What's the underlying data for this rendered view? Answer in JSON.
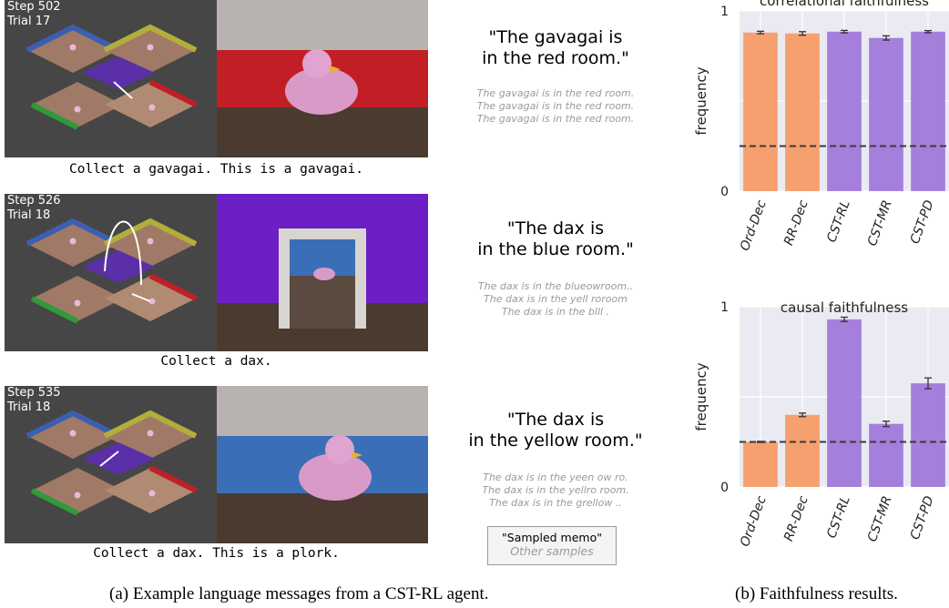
{
  "panel_a": {
    "rows": [
      {
        "step": "Step 502",
        "trial": "Trial 17",
        "instruction": "Collect a gavagai. This is a gavagai.",
        "quote_line1": "\"The gavagai is",
        "quote_line2": "in the red room.\"",
        "samples": [
          "The gavagai is in the red room.",
          "The gavagai is in the red room.",
          "The gavagai is in the red room."
        ],
        "wall_color": "#c11f25",
        "view": "room"
      },
      {
        "step": "Step 526",
        "trial": "Trial 18",
        "instruction": "Collect a dax.",
        "quote_line1": "\"The dax is",
        "quote_line2": "in the blue room.\"",
        "samples": [
          "The dax is in the blueowroom..",
          "The dax is in the yell roroom",
          "The dax is in the blll  ."
        ],
        "wall_color": "#6b1fc4",
        "view": "door"
      },
      {
        "step": "Step 535",
        "trial": "Trial 18",
        "instruction": "Collect a dax. This is a plork.",
        "quote_line1": "\"The dax is",
        "quote_line2": "in the yellow room.\"",
        "samples": [
          "The dax is in the yeen ow ro.",
          "The dax is in the yellro room.",
          "The dax is in the grellow .."
        ],
        "wall_color": "#3a6fb8",
        "view": "room"
      }
    ],
    "legend_sampled": "\"Sampled memo\"",
    "legend_other": "Other samples",
    "caption": "(a) Example language messages from a CST-RL agent."
  },
  "panel_b": {
    "caption": "(b) Faithfulness results.",
    "colors": {
      "decoder": "#f5a06e",
      "cst": "#a57fdc"
    }
  },
  "chart_data": [
    {
      "type": "bar",
      "title": "correlational faithfulness",
      "ylabel": "frequency",
      "ylim": [
        0,
        1
      ],
      "yticks": [
        "0",
        "1"
      ],
      "categories": [
        "Ord-Dec",
        "RR-Dec",
        "CST-RL",
        "CST-MR",
        "CST-PD"
      ],
      "values": [
        0.88,
        0.875,
        0.885,
        0.85,
        0.885
      ],
      "errors": [
        0.007,
        0.01,
        0.007,
        0.012,
        0.006
      ],
      "baseline": 0.25,
      "grid": true
    },
    {
      "type": "bar",
      "title": "causal faithfulness",
      "ylabel": "frequency",
      "ylim": [
        0,
        1
      ],
      "yticks": [
        "0",
        "1"
      ],
      "categories": [
        "Ord-Dec",
        "RR-Dec",
        "CST-RL",
        "CST-MR",
        "CST-PD"
      ],
      "values": [
        0.25,
        0.4,
        0.93,
        0.35,
        0.575
      ],
      "errors": [
        0.003,
        0.01,
        0.012,
        0.015,
        0.03
      ],
      "baseline": 0.25,
      "grid": true
    }
  ]
}
